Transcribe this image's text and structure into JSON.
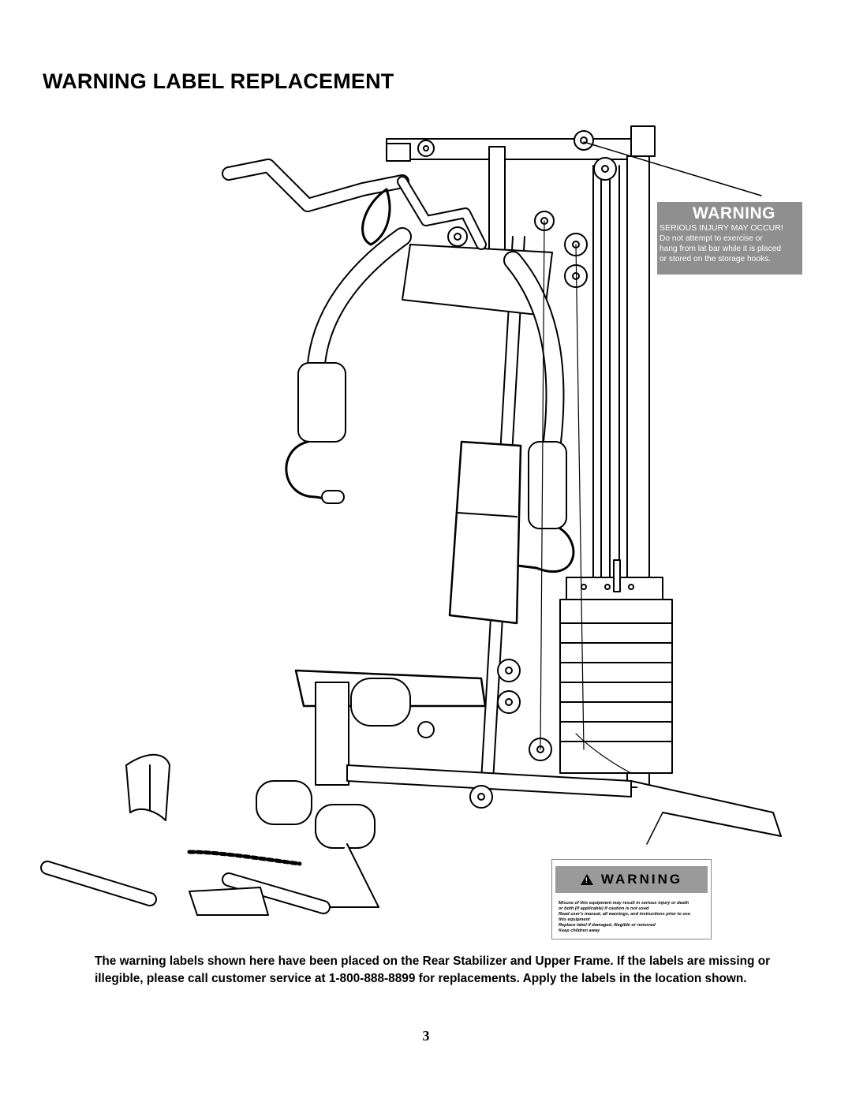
{
  "title": "WARNING LABEL REPLACEMENT",
  "label_top": {
    "heading": "WARNING",
    "subheading": "SERIOUS INJURY MAY OCCUR!",
    "body": [
      "Do not attempt to exercise or",
      "hang from lat bar while it is placed",
      "or stored on the storage hooks."
    ]
  },
  "label_bottom": {
    "heading": "WARNING",
    "body": [
      "Misuse of this equipment may result in serious injury or death",
      "or both (if applicable) if caution is not used",
      "Read user's manual, all warnings, and instructions prior to use",
      "this equipment",
      "Replace label if damaged, illegible or removed",
      "Keep children away"
    ]
  },
  "caption": "The warning labels shown here have been placed on the Rear Stabilizer and Upper Frame.  If the labels are missing or illegible, please call customer service at 1-800-888-8899 for replacements.  Apply the labels in the location shown.",
  "page_number": "3"
}
